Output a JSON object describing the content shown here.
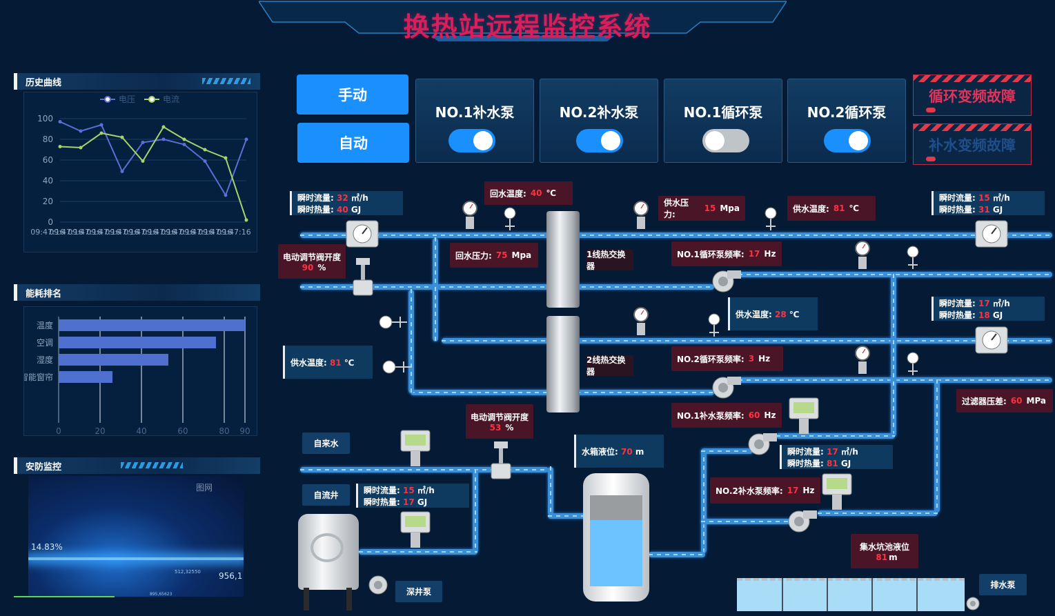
{
  "header": {
    "title": "换热站远程监控系统"
  },
  "panels": {
    "history": {
      "title": "历史曲线"
    },
    "energy": {
      "title": "能耗排名"
    },
    "security": {
      "title": "安防监控",
      "watermark": "图网",
      "video_texts": [
        "14.83%",
        "956,1",
        "512,32550",
        "895,65623"
      ]
    }
  },
  "chart_data": [
    {
      "type": "line",
      "title": "",
      "legend": [
        "电压",
        "电流"
      ],
      "legend_position": "top",
      "x": [
        "09:47:16",
        "09:47:16",
        "09:47:16",
        "09:47:16",
        "09:47:16",
        "09:47:16",
        "09:47:16",
        "09:47:16",
        "09:47:16",
        "09:47:16",
        "09:47:16"
      ],
      "ylim": [
        0,
        100
      ],
      "yticks": [
        0,
        20,
        40,
        60,
        80,
        100
      ],
      "series": [
        {
          "name": "电压",
          "color": "#5b6fd6",
          "values": [
            97,
            88,
            94,
            49,
            77,
            80,
            75,
            59,
            26,
            80
          ]
        },
        {
          "name": "电流",
          "color": "#a6d46b",
          "values": [
            73,
            72,
            86,
            82,
            59,
            92,
            80,
            70,
            62,
            2
          ]
        }
      ]
    },
    {
      "type": "bar",
      "orientation": "horizontal",
      "categories": [
        "温度",
        "空调",
        "湿度",
        "智能窗帘"
      ],
      "values": [
        90,
        76,
        53,
        26
      ],
      "xlim": [
        0,
        90
      ],
      "xticks": [
        0,
        20,
        40,
        60,
        80,
        90
      ],
      "color": "#5070d0"
    }
  ],
  "mode": {
    "manual": "手动",
    "auto": "自动"
  },
  "pumps": [
    {
      "label": "NO.1补水泵",
      "state": "on"
    },
    {
      "label": "NO.2补水泵",
      "state": "on"
    },
    {
      "label": "NO.1循环泵",
      "state": "off"
    },
    {
      "label": "NO.2循环泵",
      "state": "on"
    }
  ],
  "faults": [
    {
      "label": "循环变频故障",
      "color": "#e0345a"
    },
    {
      "label": "补水变频故障",
      "color": "#1f4f8a"
    }
  ],
  "readouts": {
    "return_temp": {
      "label": "回水温度:",
      "value": "40",
      "unit": "℃"
    },
    "supply_pressure": {
      "label": "供水压力:",
      "value": "15",
      "unit": "Mpa"
    },
    "supply_temp_top": {
      "label": "供水温度:",
      "value": "81",
      "unit": "℃"
    },
    "return_pressure": {
      "label": "回水压力:",
      "value": "75",
      "unit": "Mpa"
    },
    "valve1": {
      "label": "电动调节阀开度",
      "value": "90",
      "unit": "%"
    },
    "valve2": {
      "label": "电动调节阀开度",
      "value": "53",
      "unit": "%"
    },
    "cp1_freq": {
      "label": "NO.1循环泵频率:",
      "value": "17",
      "unit": "Hz"
    },
    "cp2_freq": {
      "label": "NO.2循环泵频率:",
      "value": "3",
      "unit": "Hz"
    },
    "mp1_freq": {
      "label": "NO.1补水泵频率:",
      "value": "60",
      "unit": "Hz"
    },
    "mp2_freq": {
      "label": "NO.2补水泵频率:",
      "value": "17",
      "unit": "Hz"
    },
    "supply_temp_mid": {
      "label": "供水温度:",
      "value": "28",
      "unit": "℃"
    },
    "supply_temp_left": {
      "label": "供水温度:",
      "value": "81",
      "unit": "℃"
    },
    "filter_dp": {
      "label": "过滤器压差:",
      "value": "60",
      "unit": "MPa"
    },
    "tank_level": {
      "label": "水箱液位:",
      "value": "70",
      "unit": "m"
    },
    "pit_level": {
      "label": "集水坑池液位",
      "value": "81",
      "unit": "m"
    }
  },
  "flows": [
    {
      "id": "f1",
      "flow_label": "瞬时流量:",
      "flow": "32",
      "flow_unit": "㎡/h",
      "heat_label": "瞬时热量:",
      "heat": "40",
      "heat_unit": "GJ"
    },
    {
      "id": "f2",
      "flow_label": "瞬时流量:",
      "flow": "15",
      "flow_unit": "㎡/h",
      "heat_label": "瞬时热量:",
      "heat": "31",
      "heat_unit": "GJ"
    },
    {
      "id": "f3",
      "flow_label": "瞬时流量:",
      "flow": "17",
      "flow_unit": "㎡/h",
      "heat_label": "瞬时热量:",
      "heat": "18",
      "heat_unit": "GJ"
    },
    {
      "id": "f4",
      "flow_label": "瞬时流量:",
      "flow": "17",
      "flow_unit": "㎡/h",
      "heat_label": "瞬时热量:",
      "heat": "81",
      "heat_unit": "GJ"
    },
    {
      "id": "f5",
      "flow_label": "瞬时流量:",
      "flow": "15",
      "flow_unit": "㎡/h",
      "heat_label": "瞬时热量:",
      "heat": "17",
      "heat_unit": "GJ"
    }
  ],
  "labels": {
    "hx1": "1线热交换器",
    "hx2": "2线热交换器",
    "tap_water": "自来水",
    "artesian": "自流井",
    "deep_pump": "深井泵",
    "drain_pump": "排水泵"
  }
}
